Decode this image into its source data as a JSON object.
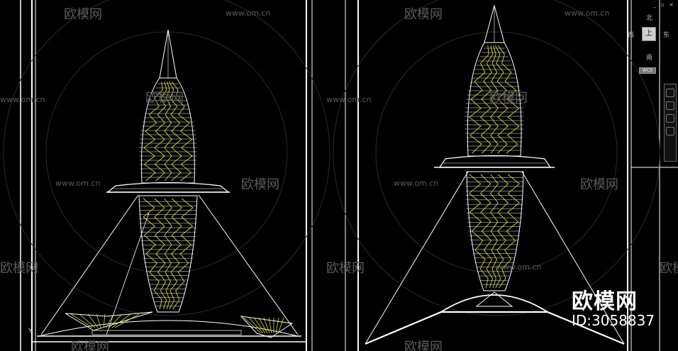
{
  "watermark": {
    "logo_text": "欧模网",
    "url": "www.om.cn"
  },
  "viewcube": {
    "north": "北",
    "east": "东",
    "south": "南",
    "west": "西",
    "face": "上",
    "wcs": "WCS"
  },
  "window_controls": "_ ▫ ×",
  "ucs_axis": "Y",
  "brand": {
    "name": "欧模网",
    "id": "ID:3058837"
  },
  "colors": {
    "background": "#000000",
    "frame": "#ffffff",
    "structure": "#f2f2f2",
    "bracing": "#d6dc3a",
    "watermark": "#5a5a5a"
  },
  "icons": [
    "viewcube-icon",
    "pan-icon",
    "zoom-icon",
    "orbit-icon",
    "steering-wheel-icon"
  ]
}
